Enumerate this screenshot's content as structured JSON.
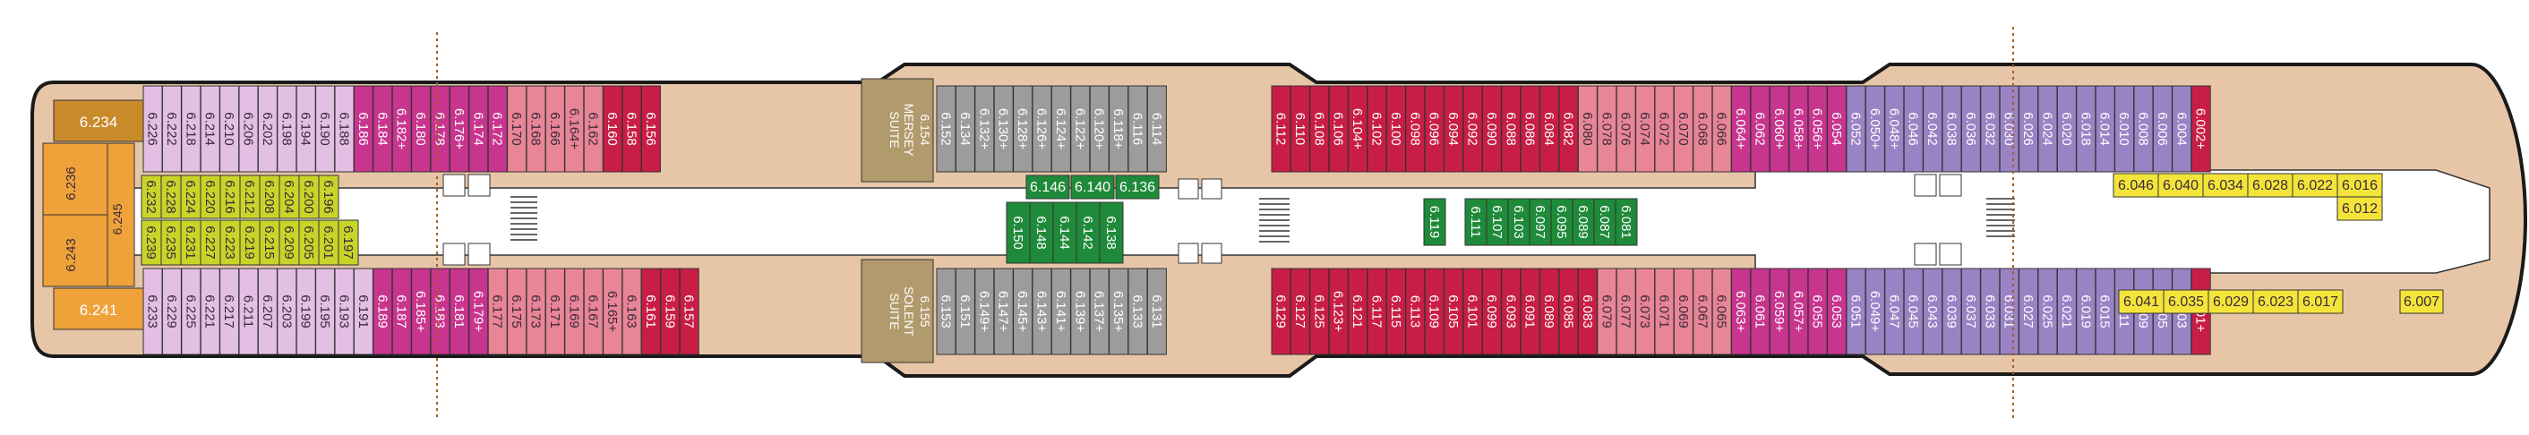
{
  "colors": {
    "deck_wood": "#e7c6a8",
    "hull_outline": "#1a1a1a",
    "corridor": "#ffffff",
    "suite": "#f0a23a",
    "suite_mid": "#c98a2a",
    "gold_suite": "#b19a6c",
    "lime": "#c9d42a",
    "lilac": "#e3bfe3",
    "magenta": "#c8358e",
    "rose": "#e88596",
    "crimson": "#c81e46",
    "purple": "#9a83c4",
    "grey": "#9c9c9c",
    "green": "#1f8a3a",
    "yellow": "#f4e43a",
    "text_dark": "#3a2a3a",
    "text_light": "#ffffff"
  },
  "suites": {
    "mersey_line1": "MERSEY",
    "mersey_line2": "SUITE",
    "solent_line1": "SOLENT",
    "solent_line2": "SUITE",
    "s6154": "6.154",
    "s6155": "6.155",
    "s6234": "6.234",
    "s6241": "6.241",
    "s6236": "6.236",
    "s6245": "6.245",
    "s6243": "6.243"
  },
  "top_row": [
    {
      "label": "6.226",
      "color": "lilac"
    },
    {
      "label": "6.222",
      "color": "lilac"
    },
    {
      "label": "6.218",
      "color": "lilac"
    },
    {
      "label": "6.214",
      "color": "lilac"
    },
    {
      "label": "6.210",
      "color": "lilac"
    },
    {
      "label": "6.206",
      "color": "lilac"
    },
    {
      "label": "6.202",
      "color": "lilac"
    },
    {
      "label": "6.198",
      "color": "lilac"
    },
    {
      "label": "6.194",
      "color": "lilac"
    },
    {
      "label": "6.190",
      "color": "lilac"
    },
    {
      "label": "6.188",
      "color": "lilac"
    },
    {
      "label": "6.186",
      "color": "magenta"
    },
    {
      "label": "6.184",
      "color": "magenta"
    },
    {
      "label": "6.182+",
      "color": "magenta"
    },
    {
      "label": "6.180",
      "color": "magenta"
    },
    {
      "label": "6.178",
      "color": "magenta"
    },
    {
      "label": "6.176+",
      "color": "magenta"
    },
    {
      "label": "6.174",
      "color": "magenta"
    },
    {
      "label": "6.172",
      "color": "magenta"
    },
    {
      "label": "6.170",
      "color": "rose"
    },
    {
      "label": "6.168",
      "color": "rose"
    },
    {
      "label": "6.166",
      "color": "rose"
    },
    {
      "label": "6.164+",
      "color": "rose"
    },
    {
      "label": "6.162",
      "color": "rose"
    },
    {
      "label": "6.160",
      "color": "crimson"
    },
    {
      "label": "6.158",
      "color": "crimson"
    },
    {
      "label": "6.156",
      "color": "crimson"
    },
    {
      "label": "6.152",
      "color": "grey"
    },
    {
      "label": "6.134",
      "color": "grey"
    },
    {
      "label": "6.132+",
      "color": "grey"
    },
    {
      "label": "6.130+",
      "color": "grey"
    },
    {
      "label": "6.128+",
      "color": "grey"
    },
    {
      "label": "6.126+",
      "color": "grey"
    },
    {
      "label": "6.124+",
      "color": "grey"
    },
    {
      "label": "6.122+",
      "color": "grey"
    },
    {
      "label": "6.120+",
      "color": "grey"
    },
    {
      "label": "6.118+",
      "color": "grey"
    },
    {
      "label": "6.116",
      "color": "grey"
    },
    {
      "label": "6.114",
      "color": "grey"
    },
    {
      "label": "6.112",
      "color": "crimson"
    },
    {
      "label": "6.110",
      "color": "crimson"
    },
    {
      "label": "6.108",
      "color": "crimson"
    },
    {
      "label": "6.106",
      "color": "crimson"
    },
    {
      "label": "6.104+",
      "color": "crimson"
    },
    {
      "label": "6.102",
      "color": "crimson"
    },
    {
      "label": "6.100",
      "color": "crimson"
    },
    {
      "label": "6.098",
      "color": "crimson"
    },
    {
      "label": "6.096",
      "color": "crimson"
    },
    {
      "label": "6.094",
      "color": "crimson"
    },
    {
      "label": "6.092",
      "color": "crimson"
    },
    {
      "label": "6.090",
      "color": "crimson"
    },
    {
      "label": "6.088",
      "color": "crimson"
    },
    {
      "label": "6.086",
      "color": "crimson"
    },
    {
      "label": "6.084",
      "color": "crimson"
    },
    {
      "label": "6.082",
      "color": "crimson"
    },
    {
      "label": "6.080",
      "color": "rose"
    },
    {
      "label": "6.078",
      "color": "rose"
    },
    {
      "label": "6.076",
      "color": "rose"
    },
    {
      "label": "6.074",
      "color": "rose"
    },
    {
      "label": "6.072",
      "color": "rose"
    },
    {
      "label": "6.070",
      "color": "rose"
    },
    {
      "label": "6.068",
      "color": "rose"
    },
    {
      "label": "6.066",
      "color": "rose"
    },
    {
      "label": "6.064+",
      "color": "magenta"
    },
    {
      "label": "6.062",
      "color": "magenta"
    },
    {
      "label": "6.060+",
      "color": "magenta"
    },
    {
      "label": "6.058+",
      "color": "magenta"
    },
    {
      "label": "6.056+",
      "color": "magenta"
    },
    {
      "label": "6.054",
      "color": "magenta"
    },
    {
      "label": "6.052",
      "color": "purple"
    },
    {
      "label": "6.050+",
      "color": "purple"
    },
    {
      "label": "6.048+",
      "color": "purple"
    },
    {
      "label": "6.046",
      "color": "purple"
    },
    {
      "label": "6.042",
      "color": "purple"
    },
    {
      "label": "6.038",
      "color": "purple"
    },
    {
      "label": "6.036",
      "color": "purple"
    },
    {
      "label": "6.032",
      "color": "purple"
    },
    {
      "label": "6.030",
      "color": "purple"
    },
    {
      "label": "6.026",
      "color": "purple"
    },
    {
      "label": "6.024",
      "color": "purple"
    },
    {
      "label": "6.020",
      "color": "purple"
    },
    {
      "label": "6.018",
      "color": "purple"
    },
    {
      "label": "6.014",
      "color": "purple"
    },
    {
      "label": "6.010",
      "color": "purple"
    },
    {
      "label": "6.008",
      "color": "purple"
    },
    {
      "label": "6.006",
      "color": "purple"
    },
    {
      "label": "6.004",
      "color": "purple"
    },
    {
      "label": "6.002+",
      "color": "crimson"
    }
  ],
  "bottom_row": [
    {
      "label": "6.233",
      "color": "lilac"
    },
    {
      "label": "6.229",
      "color": "lilac"
    },
    {
      "label": "6.225",
      "color": "lilac"
    },
    {
      "label": "6.221",
      "color": "lilac"
    },
    {
      "label": "6.217",
      "color": "lilac"
    },
    {
      "label": "6.211",
      "color": "lilac"
    },
    {
      "label": "6.207",
      "color": "lilac"
    },
    {
      "label": "6.203",
      "color": "lilac"
    },
    {
      "label": "6.199",
      "color": "lilac"
    },
    {
      "label": "6.195",
      "color": "lilac"
    },
    {
      "label": "6.193",
      "color": "lilac"
    },
    {
      "label": "6.191",
      "color": "lilac"
    },
    {
      "label": "6.189",
      "color": "magenta"
    },
    {
      "label": "6.187",
      "color": "magenta"
    },
    {
      "label": "6.185+",
      "color": "magenta"
    },
    {
      "label": "6.183",
      "color": "magenta"
    },
    {
      "label": "6.181",
      "color": "magenta"
    },
    {
      "label": "6.179+",
      "color": "magenta"
    },
    {
      "label": "6.177",
      "color": "rose"
    },
    {
      "label": "6.175",
      "color": "rose"
    },
    {
      "label": "6.173",
      "color": "rose"
    },
    {
      "label": "6.171",
      "color": "rose"
    },
    {
      "label": "6.169",
      "color": "rose"
    },
    {
      "label": "6.167",
      "color": "rose"
    },
    {
      "label": "6.165+",
      "color": "rose"
    },
    {
      "label": "6.163",
      "color": "rose"
    },
    {
      "label": "6.161",
      "color": "crimson"
    },
    {
      "label": "6.159",
      "color": "crimson"
    },
    {
      "label": "6.157",
      "color": "crimson"
    },
    {
      "label": "6.153",
      "color": "grey"
    },
    {
      "label": "6.151",
      "color": "grey"
    },
    {
      "label": "6.149+",
      "color": "grey"
    },
    {
      "label": "6.147+",
      "color": "grey"
    },
    {
      "label": "6.145+",
      "color": "grey"
    },
    {
      "label": "6.143+",
      "color": "grey"
    },
    {
      "label": "6.141+",
      "color": "grey"
    },
    {
      "label": "6.139+",
      "color": "grey"
    },
    {
      "label": "6.137+",
      "color": "grey"
    },
    {
      "label": "6.135+",
      "color": "grey"
    },
    {
      "label": "6.133",
      "color": "grey"
    },
    {
      "label": "6.131",
      "color": "grey"
    },
    {
      "label": "6.129",
      "color": "crimson"
    },
    {
      "label": "6.127",
      "color": "crimson"
    },
    {
      "label": "6.125",
      "color": "crimson"
    },
    {
      "label": "6.123+",
      "color": "crimson"
    },
    {
      "label": "6.121",
      "color": "crimson"
    },
    {
      "label": "6.117",
      "color": "crimson"
    },
    {
      "label": "6.115",
      "color": "crimson"
    },
    {
      "label": "6.113",
      "color": "crimson"
    },
    {
      "label": "6.109",
      "color": "crimson"
    },
    {
      "label": "6.105",
      "color": "crimson"
    },
    {
      "label": "6.101",
      "color": "crimson"
    },
    {
      "label": "6.099",
      "color": "crimson"
    },
    {
      "label": "6.093",
      "color": "crimson"
    },
    {
      "label": "6.091",
      "color": "crimson"
    },
    {
      "label": "6.089",
      "color": "crimson"
    },
    {
      "label": "6.085",
      "color": "crimson"
    },
    {
      "label": "6.083",
      "color": "crimson"
    },
    {
      "label": "6.079",
      "color": "rose"
    },
    {
      "label": "6.077",
      "color": "rose"
    },
    {
      "label": "6.073",
      "color": "rose"
    },
    {
      "label": "6.071",
      "color": "rose"
    },
    {
      "label": "6.069",
      "color": "rose"
    },
    {
      "label": "6.067",
      "color": "rose"
    },
    {
      "label": "6.065",
      "color": "rose"
    },
    {
      "label": "6.063+",
      "color": "magenta"
    },
    {
      "label": "6.061",
      "color": "magenta"
    },
    {
      "label": "6.059+",
      "color": "magenta"
    },
    {
      "label": "6.057+",
      "color": "magenta"
    },
    {
      "label": "6.055",
      "color": "magenta"
    },
    {
      "label": "6.053",
      "color": "magenta"
    },
    {
      "label": "6.051",
      "color": "purple"
    },
    {
      "label": "6.049+",
      "color": "purple"
    },
    {
      "label": "6.047",
      "color": "purple"
    },
    {
      "label": "6.045",
      "color": "purple"
    },
    {
      "label": "6.043",
      "color": "purple"
    },
    {
      "label": "6.039",
      "color": "purple"
    },
    {
      "label": "6.037",
      "color": "purple"
    },
    {
      "label": "6.033",
      "color": "purple"
    },
    {
      "label": "6.031",
      "color": "purple"
    },
    {
      "label": "6.027",
      "color": "purple"
    },
    {
      "label": "6.025",
      "color": "purple"
    },
    {
      "label": "6.021",
      "color": "purple"
    },
    {
      "label": "6.019",
      "color": "purple"
    },
    {
      "label": "6.015",
      "color": "purple"
    },
    {
      "label": "6.011",
      "color": "purple"
    },
    {
      "label": "6.009",
      "color": "purple"
    },
    {
      "label": "6.005",
      "color": "purple"
    },
    {
      "label": "6.003",
      "color": "purple"
    },
    {
      "label": "6.001+",
      "color": "crimson"
    }
  ],
  "lime_top": [
    "6.232",
    "6.228",
    "6.224",
    "6.220",
    "6.216",
    "6.212",
    "6.208",
    "6.204",
    "6.200",
    "6.196"
  ],
  "lime_bottom": [
    "6.239",
    "6.235",
    "6.231",
    "6.227",
    "6.223",
    "6.219",
    "6.215",
    "6.209",
    "6.205",
    "6.201",
    "6.197"
  ],
  "green_center_top": [
    "6.146",
    "6.140",
    "6.136"
  ],
  "green_center_bottom": [
    "6.150",
    "6.148",
    "6.144",
    "6.142",
    "6.138"
  ],
  "green_mid": [
    "6.119",
    "6.111",
    "6.107",
    "6.103",
    "6.097",
    "6.095",
    "6.089",
    "6.087",
    "6.081"
  ],
  "yellow_top": [
    "6.046",
    "6.040",
    "6.034",
    "6.028",
    "6.022",
    "6.016"
  ],
  "yellow_mid": "6.012",
  "yellow_bottom": [
    "6.041",
    "6.035",
    "6.029",
    "6.023",
    "6.017"
  ],
  "yellow_single": "6.007",
  "icons": [
    "lift-icon",
    "stairs-icon",
    "accessible-icon",
    "balcony-icon"
  ]
}
